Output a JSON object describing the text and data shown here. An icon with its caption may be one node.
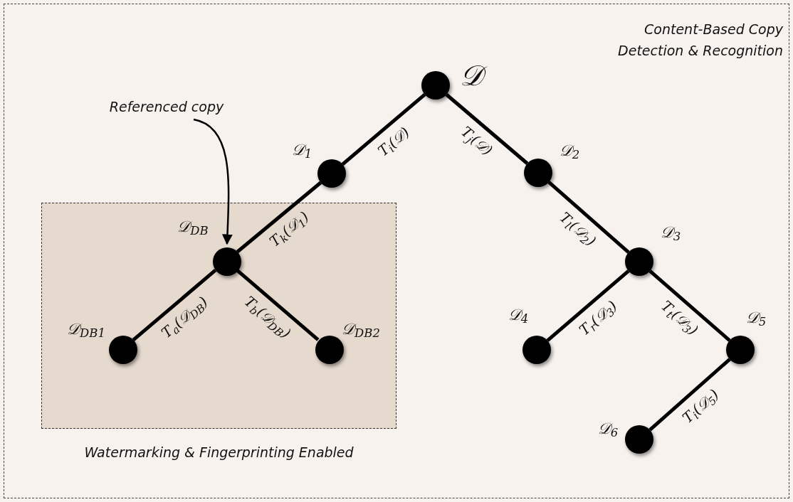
{
  "diagram": {
    "title": "Content-Based Copy Detection & Recognition",
    "nodes": [
      {
        "text": [],
        "shape": "circle",
        "beside": [
          "𝒟"
        ]
      },
      {
        "text": [],
        "shape": "circle",
        "beside": [
          "𝒟$_{1}$"
        ]
      },
      {
        "text": [],
        "shape": "circle",
        "beside": [
          "𝒟$_{2}$"
        ]
      },
      {
        "text": [
          "Referenced copy"
        ]
      },
      {
        "text": [
          "Watermarking & Fingerprinting Enabled"
        ]
      },
      {
        "text": [],
        "shape": "circle",
        "beside": [
          "𝒟$_{DB}$"
        ],
        "in": 4
      },
      {
        "text": [],
        "shape": "circle",
        "beside": [
          "𝒟$_{3}$"
        ]
      },
      {
        "text": [],
        "shape": "circle",
        "beside": [
          "𝒟$_{DB1}$"
        ],
        "in": 4
      },
      {
        "text": [],
        "shape": "circle",
        "beside": [
          "𝒟$_{DB2}$"
        ],
        "in": 4
      },
      {
        "text": [],
        "shape": "circle",
        "beside": [
          "𝒟$_{4}$"
        ]
      },
      {
        "text": [],
        "shape": "circle",
        "beside": [
          "𝒟$_{5}$"
        ]
      },
      {
        "text": [],
        "shape": "circle",
        "beside": [
          "𝒟$_{6}$"
        ]
      }
    ],
    "edges": [
      {
        "from": 0,
        "to": 1,
        "arrow": "none",
        "label": "T$_{i}$(𝒟)"
      },
      {
        "from": 0,
        "to": 2,
        "arrow": "none",
        "label": "T$_{j}$(𝒟)"
      },
      {
        "from": 1,
        "to": 5,
        "arrow": "none",
        "label": "T$_{k}$(𝒟$_{1}$)"
      },
      {
        "from": 2,
        "to": 6,
        "arrow": "none",
        "label": "T$_{l}$(𝒟$_{2}$)"
      },
      {
        "from": 5,
        "to": 7,
        "arrow": "none",
        "label": "T$_{a}$(𝒟$_{DB}$)"
      },
      {
        "from": 5,
        "to": 8,
        "arrow": "none",
        "label": "T$_{b}$(𝒟$_{DB}$)"
      },
      {
        "from": 6,
        "to": 9,
        "arrow": "none",
        "label": "T$_{r}$(𝒟$_{3}$)"
      },
      {
        "from": 6,
        "to": 10,
        "arrow": "none",
        "label": "T$_{t}$(𝒟$_{3}$)"
      },
      {
        "from": 10,
        "to": 11,
        "arrow": "none",
        "label": "T$_{i}$(𝒟$_{5}$)"
      },
      {
        "from": 3,
        "to": 5,
        "arrow": "to"
      }
    ]
  }
}
